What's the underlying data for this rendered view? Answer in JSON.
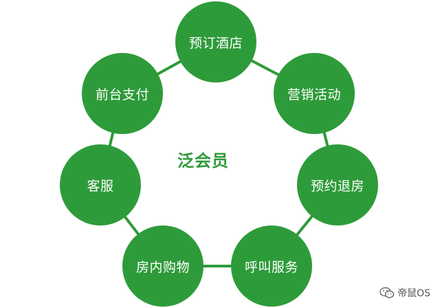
{
  "center": {
    "label": "泛会员"
  },
  "nodes": [
    {
      "id": "book-hotel",
      "label": "预订酒店"
    },
    {
      "id": "marketing",
      "label": "营销活动"
    },
    {
      "id": "checkout",
      "label": "预约退房"
    },
    {
      "id": "call-service",
      "label": "呼叫服务"
    },
    {
      "id": "in-room-shopping",
      "label": "房内购物"
    },
    {
      "id": "customer-service",
      "label": "客服"
    },
    {
      "id": "front-desk-payment",
      "label": "前台支付"
    }
  ],
  "watermark": {
    "text": "帝鼠OS",
    "icon": "wechat-icon"
  },
  "colors": {
    "node": "#2e9b3a",
    "connector": "#2e9b3a",
    "center_text": "#2e9b3a"
  }
}
